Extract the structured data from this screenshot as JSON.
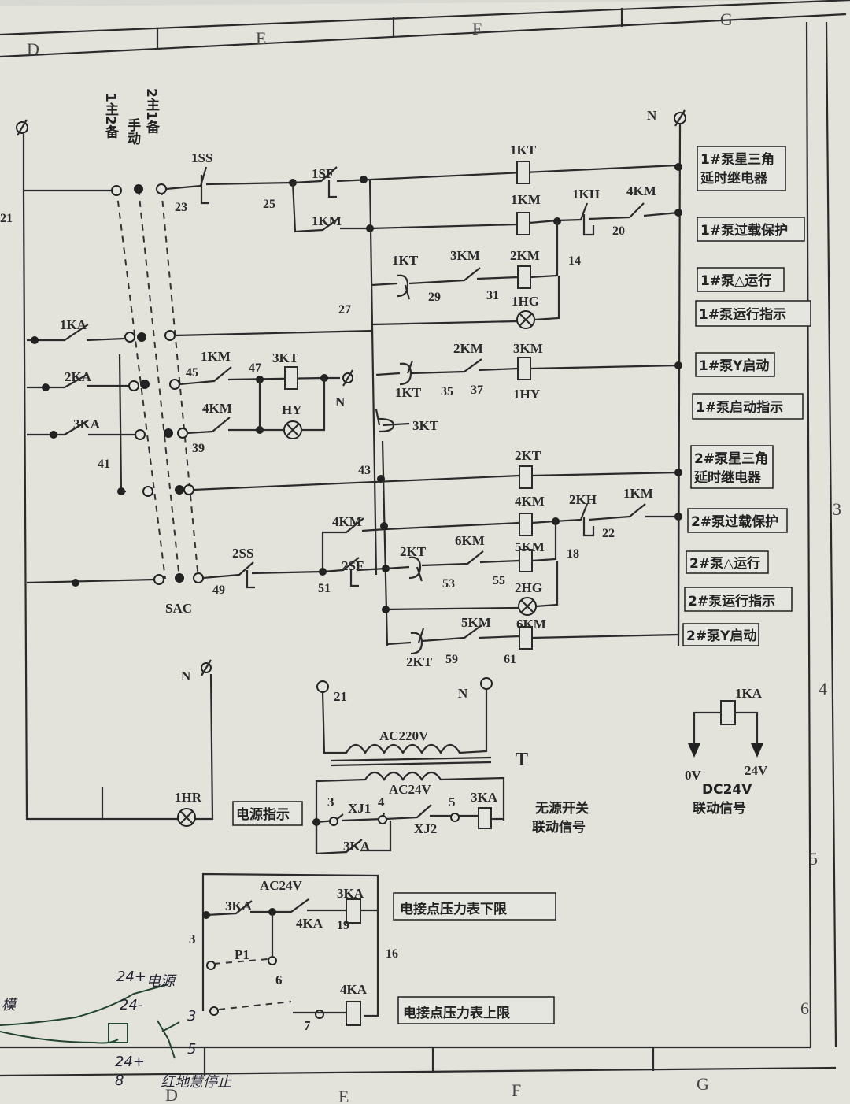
{
  "zones": {
    "top": [
      "D",
      "E",
      "F",
      "G"
    ],
    "bottom": [
      "D",
      "E",
      "F",
      "G"
    ],
    "right": [
      "3",
      "4",
      "5",
      "6"
    ]
  },
  "selector": {
    "col1": "1主2备",
    "col2": "手动",
    "col3": "2主1备",
    "name": "SAC"
  },
  "supply": {
    "left_wire": "21",
    "neutral": "N"
  },
  "components": {
    "1SS": "1SS",
    "1SF": "1SF",
    "1KM": "1KM",
    "1KT": "1KT",
    "1KH": "1KH",
    "4KM": "4KM",
    "3KM": "3KM",
    "2KM": "2KM",
    "1HG": "1HG",
    "2KM_b": "2KM",
    "3KM_b": "3KM",
    "1HY": "1HY",
    "1KT_b": "1KT",
    "3KT": "3KT",
    "3KT_b": "3KT",
    "HY": "HY",
    "4KM_b": "4KM",
    "1KM_b": "1KM",
    "1KA": "1KA",
    "2KA": "2KA",
    "3KA": "3KA",
    "2KT": "2KT",
    "2KH": "2KH",
    "1KM_c": "1KM",
    "4KM_c": "4KM",
    "2SF": "2SF",
    "2SS": "2SS",
    "2KT_b": "2KT",
    "6KM": "6KM",
    "5KM": "5KM",
    "2HG": "2HG",
    "5KM_b": "5KM",
    "6KM_b": "6KM",
    "2KT_c": "2KT",
    "1HR": "1HR"
  },
  "wire_numbers": [
    "23",
    "25",
    "27",
    "29",
    "31",
    "14",
    "20",
    "45",
    "47",
    "41",
    "39",
    "35",
    "37",
    "43",
    "49",
    "51",
    "53",
    "55",
    "18",
    "22",
    "59",
    "61"
  ],
  "function_labels": [
    "1#泵星三角\n延时继电器",
    "1#泵过载保护",
    "1#泵△运行",
    "1#泵运行指示",
    "1#泵Y启动",
    "1#泵启动指示",
    "2#泵星三角\n延时继电器",
    "2#泵过载保护",
    "2#泵△运行",
    "2#泵运行指示",
    "2#泵Y启动"
  ],
  "power_indicator": "电源指示",
  "transformer": {
    "primary": "AC220V",
    "secondary": "AC24V",
    "name": "T",
    "in1": "21",
    "in2": "N"
  },
  "passive_switch": {
    "xj1": "XJ1",
    "xj2": "XJ2",
    "coil": "3KA",
    "contact": "3KA",
    "n3": "3",
    "n4": "4",
    "n5": "5",
    "label": "无源开关\n联动信号"
  },
  "dc_signal": {
    "coil": "1KA",
    "v0": "0V",
    "v24": "24V",
    "label": "DC24V\n联动信号"
  },
  "pressure": {
    "supply": "AC24V",
    "c1": "3KA",
    "c2": "4KA",
    "coil1": "3KA",
    "coil2": "4KA",
    "p1": "P1",
    "n3": "3",
    "n6": "6",
    "n7": "7",
    "n16": "16",
    "n19": "19",
    "low_label": "电接点压力表下限",
    "high_label": "电接点压力表上限"
  },
  "handwriting": {
    "h1": "24+",
    "h2": "电源",
    "h3": "24-",
    "h4": "24+",
    "h5": "3",
    "h6": "5",
    "h7": "8",
    "h8": "红地慧停止",
    "h9": "模"
  },
  "colors": {
    "paper": "#e4e4de",
    "ink": "#2b2b2b",
    "background": "#d9d9d3"
  }
}
